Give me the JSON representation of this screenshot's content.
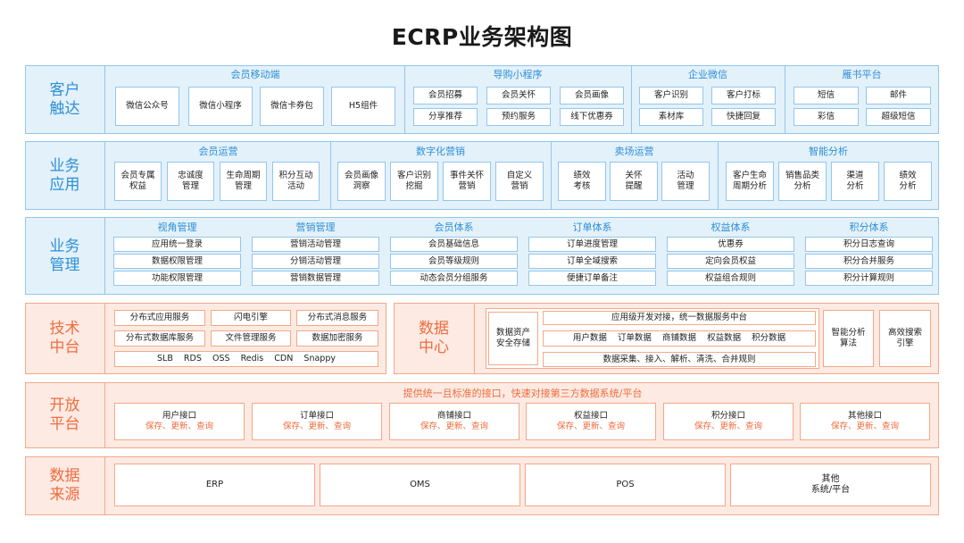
{
  "title": "ECRP业务架构图",
  "layers": {
    "touch": {
      "label": "客户\n触达",
      "groups": [
        {
          "name": "会员移动端",
          "items": [
            "微信公众号",
            "微信小程序",
            "微信卡券包",
            "H5组件"
          ]
        },
        {
          "name": "导购小程序",
          "items": [
            "会员招募",
            "会员关怀",
            "会员画像",
            "分享推荐",
            "预约服务",
            "线下优惠券"
          ]
        },
        {
          "name": "企业微信",
          "items": [
            "客户识别",
            "客户打标",
            "素材库",
            "快捷回复"
          ]
        },
        {
          "name": "雁书平台",
          "items": [
            "短信",
            "邮件",
            "彩信",
            "超级短信"
          ]
        }
      ]
    },
    "app": {
      "label": "业务\n应用",
      "groups": [
        {
          "name": "会员运营",
          "items": [
            "会员专属\n权益",
            "忠诚度\n管理",
            "生命周期\n管理",
            "积分互动\n活动"
          ]
        },
        {
          "name": "数字化营销",
          "items": [
            "会员画像\n洞察",
            "客户识别\n挖掘",
            "事件关怀\n营销",
            "自定义\n营销"
          ]
        },
        {
          "name": "卖场运营",
          "items": [
            "绩效\n考核",
            "关怀\n提醒",
            "活动\n管理"
          ]
        },
        {
          "name": "智能分析",
          "items": [
            "客户生命\n周期分析",
            "销售品类\n分析",
            "渠道\n分析",
            "绩效\n分析"
          ]
        }
      ]
    },
    "mgmt": {
      "label": "业务\n管理",
      "groups": [
        {
          "name": "视角管理",
          "items": [
            "应用统一登录",
            "数据权限管理",
            "功能权限管理"
          ]
        },
        {
          "name": "营销管理",
          "items": [
            "营销活动管理",
            "分销活动管理",
            "营销数据管理"
          ]
        },
        {
          "name": "会员体系",
          "items": [
            "会员基础信息",
            "会员等级规则",
            "动态会员分组服务"
          ]
        },
        {
          "name": "订单体系",
          "items": [
            "订单进度管理",
            "订单全域搜索",
            "便捷订单备注"
          ]
        },
        {
          "name": "权益体系",
          "items": [
            "优惠券",
            "定向会员权益",
            "权益组合规则"
          ]
        },
        {
          "name": "积分体系",
          "items": [
            "积分日志查询",
            "积分合并服务",
            "积分计算规则"
          ]
        }
      ]
    },
    "tech": {
      "label": "技术\n中台",
      "items": [
        "分布式应用服务",
        "闪电引擎",
        "分布式消息服务",
        "分布式数据库服务",
        "文件管理服务",
        "数据加密服务"
      ],
      "stack": "SLB    RDS    OSS    Redis    CDN    Snappy"
    },
    "data": {
      "label": "数据\n中心",
      "security": "数据资产\n安全存储",
      "top": "应用级开发对接，统一数据服务中台",
      "middle": "用户数据    订单数据    商铺数据    权益数据    积分数据",
      "bottom": "数据采集、接入、解析、清洗、合并规则",
      "side": [
        "智能分析\n算法",
        "高效搜索\n引擎"
      ]
    },
    "open": {
      "label": "开放\n平台",
      "header": "提供统一且标准的接口，快速对接第三方数据系统/平台",
      "apis": [
        "用户接口",
        "订单接口",
        "商铺接口",
        "权益接口",
        "积分接口",
        "其他接口"
      ],
      "ops": "保存、更新、查询"
    },
    "source": {
      "label": "数据\n来源",
      "items": [
        "ERP",
        "OMS",
        "POS",
        "其他\n系统/平台"
      ]
    }
  }
}
